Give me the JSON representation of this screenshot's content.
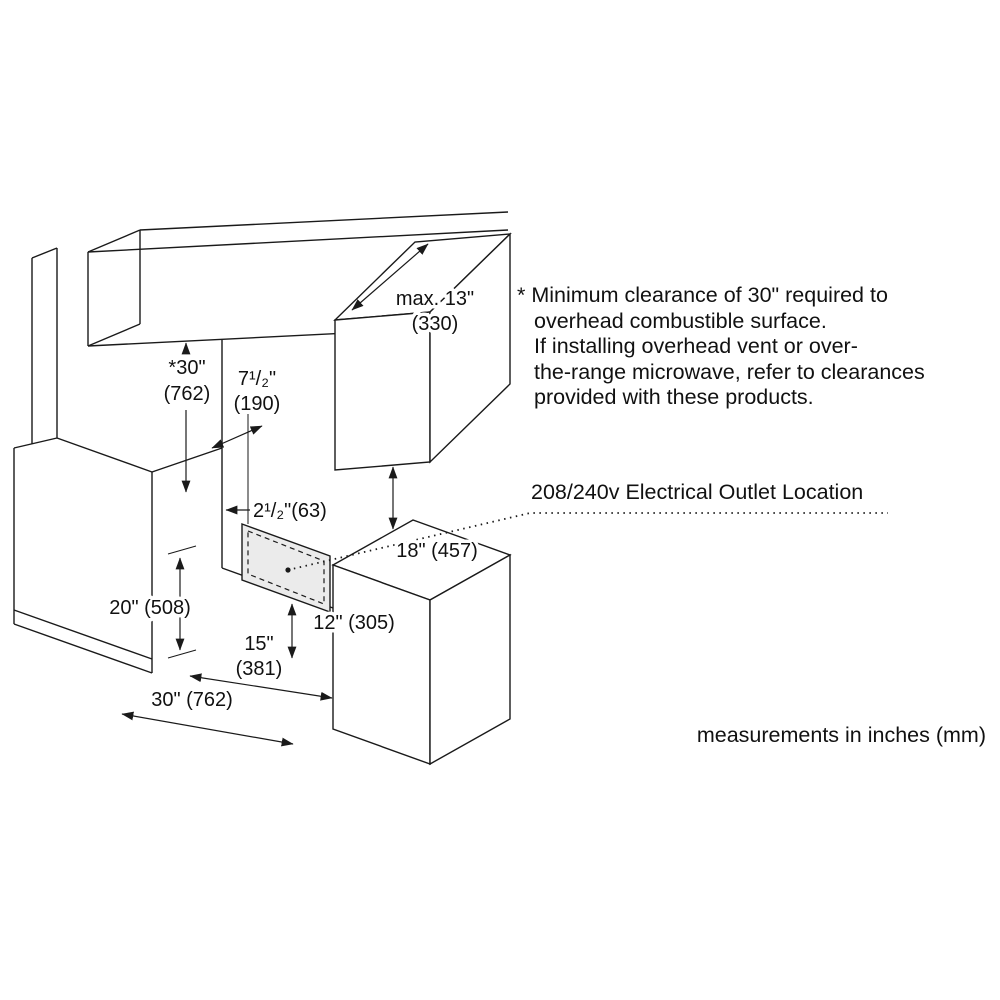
{
  "colors": {
    "ink": "#1a1a1a",
    "outlet_fill": "#ebebeb"
  },
  "note": {
    "lines": [
      "* Minimum clearance of 30\" required to",
      "overhead combustible surface.",
      "If installing overhead vent or over-",
      "the-range microwave, refer to clearances",
      "provided with these products."
    ]
  },
  "outlet": {
    "label": "208/240v Electrical Outlet Location"
  },
  "footer": {
    "units": "measurements in inches (mm)"
  },
  "dims": {
    "max13": {
      "l1": "max. 13\"",
      "l2": "(330)"
    },
    "h30": {
      "l1": "*30\"",
      "l2": "(762)"
    },
    "d7half": {
      "l1": "7¹/₂\"",
      "l2": "(190)"
    },
    "d2half": {
      "text": "2¹/₂\"(63)"
    },
    "h18": {
      "text": "18\" (457)"
    },
    "h12": {
      "text": "12\" (305)"
    },
    "h20": {
      "text": "20\" (508)"
    },
    "w15": {
      "l1": "15\"",
      "l2": "(381)"
    },
    "w30": {
      "text": "30\" (762)"
    }
  }
}
